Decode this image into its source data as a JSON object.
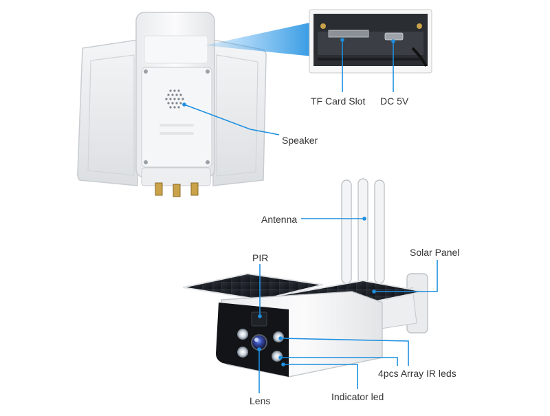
{
  "labels": {
    "tf_card_slot": "TF Card Slot",
    "dc_5v": "DC 5V",
    "speaker": "Speaker",
    "antenna": "Antenna",
    "solar_panel": "Solar Panel",
    "pir": "PIR",
    "ir_leds": "4pcs Array IR leds",
    "lens": "Lens",
    "indicator_led": "Indicator led"
  },
  "colors": {
    "callout_line": "#1e8fe0",
    "label_text": "#333333",
    "device_body": "#f1f2f3",
    "solar_cell": "#1d2128"
  }
}
